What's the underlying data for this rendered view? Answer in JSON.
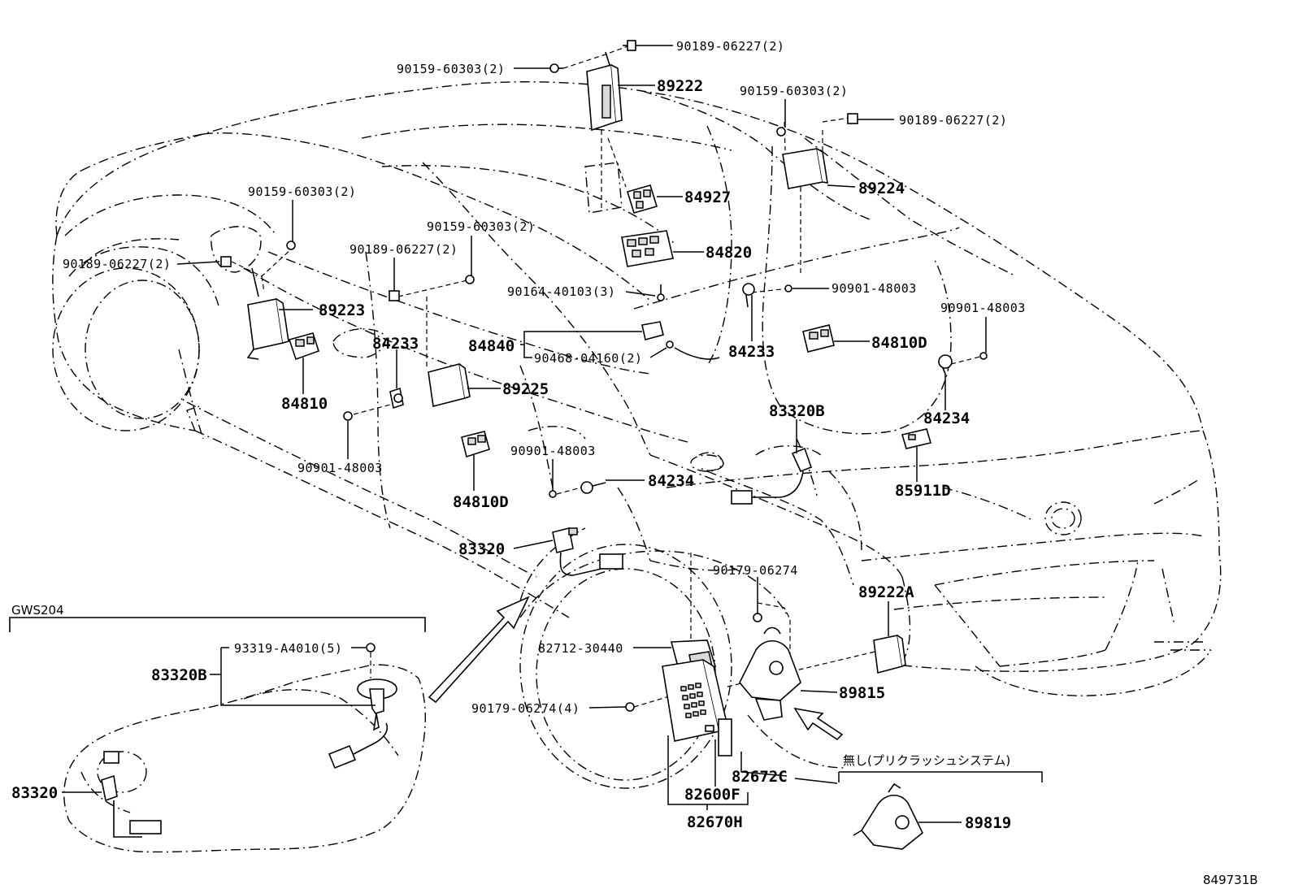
{
  "diagram_code": "849731B",
  "inset": {
    "title": "GWS204",
    "labels": {
      "screw": "93319-A4010(5)",
      "gauge_assy": "83320B",
      "gauge_unit": "83320"
    }
  },
  "note": {
    "text": "無し(プリクラッシュシステム)",
    "part": "89819"
  },
  "labels": {
    "l_90189_top": "90189-06227(2)",
    "l_90159_top": "90159-60303(2)",
    "l_89222": "89222",
    "l_90159_tr": "90159-60303(2)",
    "l_90189_tr": "90189-06227(2)",
    "l_89224": "89224",
    "l_84927": "84927",
    "l_90159_left": "90159-60303(2)",
    "l_90159_mid": "90159-60303(2)",
    "l_90189_mid": "90189-06227(2)",
    "l_90189_left": "90189-06227(2)",
    "l_84820": "84820",
    "l_90164": "90164-40103(3)",
    "l_90901_r1": "90901-48003",
    "l_89223": "89223",
    "l_90901_r2": "90901-48003",
    "l_84233_left": "84233",
    "l_84840": "84840",
    "l_90468": "90468-04160(2)",
    "l_84233_mid": "84233",
    "l_84810D_r": "84810D",
    "l_89225": "89225",
    "l_84810": "84810",
    "l_83320B": "83320B",
    "l_84234_r": "84234",
    "l_90901_left": "90901-48003",
    "l_90901_mid": "90901-48003",
    "l_84234_mid": "84234",
    "l_85911D": "85911D",
    "l_84810D_l": "84810D",
    "l_83320": "83320",
    "l_90179_r": "90179-06274",
    "l_89222A": "89222A",
    "l_82712": "82712-30440",
    "l_89815": "89815",
    "l_90179_l": "90179-06274(4)",
    "l_82672C": "82672C",
    "l_82600F": "82600F",
    "l_82670H": "82670H"
  }
}
